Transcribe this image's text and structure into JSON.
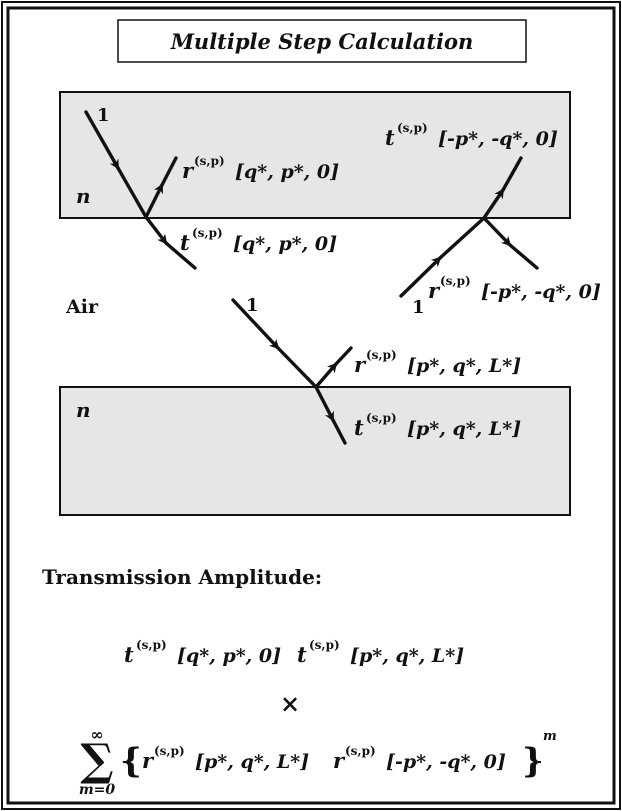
{
  "title": "Multiple Step Calculation",
  "top_slab": {
    "index": "n",
    "incident_label": "1",
    "reflect_label": {
      "sym": "r",
      "sup": "(s,p)",
      "args": "[q*, p*, 0]"
    },
    "transmit_label": {
      "sym": "t",
      "sup": "(s,p)",
      "args": "[q*, p*, 0]"
    },
    "exit_label": {
      "sym": "t",
      "sup": "(s,p)",
      "args": "[-p*, -q*, 0]"
    }
  },
  "air_label": "Air",
  "right_ray": {
    "incident_label": "1",
    "reflect_label": {
      "sym": "r",
      "sup": "(s,p)",
      "args": "[-p*, -q*, 0]"
    }
  },
  "bottom_ray": {
    "incident_label": "1",
    "reflect_label": {
      "sym": "r",
      "sup": "(s,p)",
      "args": "[p*, q*, L*]"
    },
    "transmit_label": {
      "sym": "t",
      "sup": "(s,p)",
      "args": "[p*, q*, L*]"
    }
  },
  "bottom_slab": {
    "index": "n"
  },
  "transmission": {
    "heading": "Transmission Amplitude:",
    "line1": {
      "a": {
        "sym": "t",
        "sup": "(s,p)",
        "args": "[q*, p*, 0]"
      },
      "b": {
        "sym": "t",
        "sup": "(s,p)",
        "args": "[p*, q*, L*]"
      }
    },
    "times": "×",
    "sum": {
      "upper": "∞",
      "lower": "m=0",
      "a": {
        "sym": "r",
        "sup": "(s,p)",
        "args": "[p*, q*, L*]"
      },
      "b": {
        "sym": "r",
        "sup": "(s,p)",
        "args": "[-p*, -q*, 0]"
      },
      "power": "m"
    }
  }
}
